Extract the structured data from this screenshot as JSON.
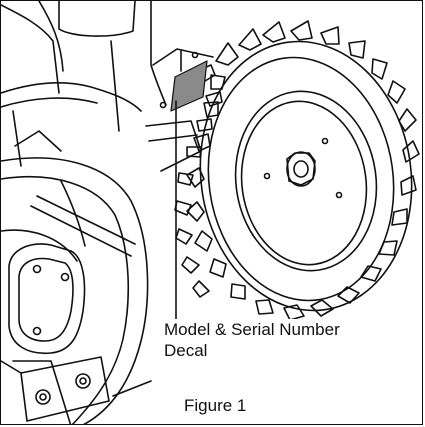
{
  "callout": {
    "line1": "Model & Serial Number",
    "line2": "Decal"
  },
  "figure": {
    "caption": "Figure 1"
  },
  "colors": {
    "ink": "#111111",
    "decal": "#8a8a8a",
    "paper": "#ffffff"
  }
}
